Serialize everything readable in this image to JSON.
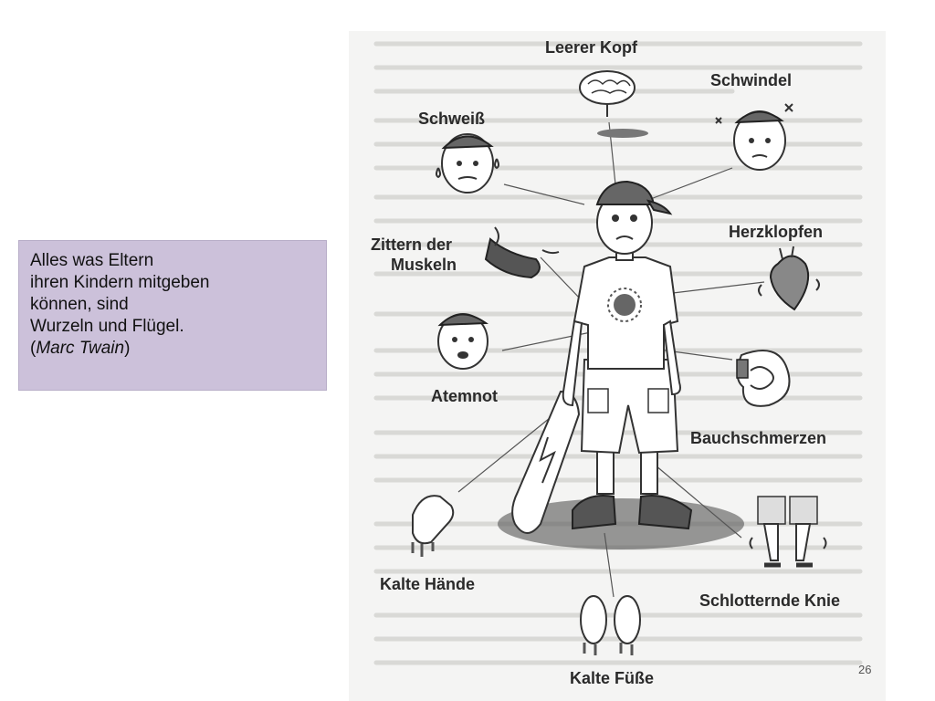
{
  "quote": {
    "lines": [
      "Alles was Eltern",
      "ihren Kindern mitgeben",
      "können, sind",
      "Wurzeln und Flügel."
    ],
    "author_open": "(",
    "author": "Marc Twain",
    "author_close": ")"
  },
  "labels": {
    "leerer_kopf": "Leerer Kopf",
    "schwindel": "Schwindel",
    "schweiss": "Schweiß",
    "zittern_1": "Zittern der",
    "zittern_2": "Muskeln",
    "herzklopfen": "Herzklopfen",
    "atemnot": "Atemnot",
    "bauchschmerzen": "Bauchschmerzen",
    "kalte_haende": "Kalte Hände",
    "schlotternde_knie": "Schlotternde Knie",
    "kalte_fuesse": "Kalte Füße"
  },
  "page_number": "26",
  "colors": {
    "quote_bg": "#ccc1da",
    "illustration_bg": "#f4f4f3"
  }
}
